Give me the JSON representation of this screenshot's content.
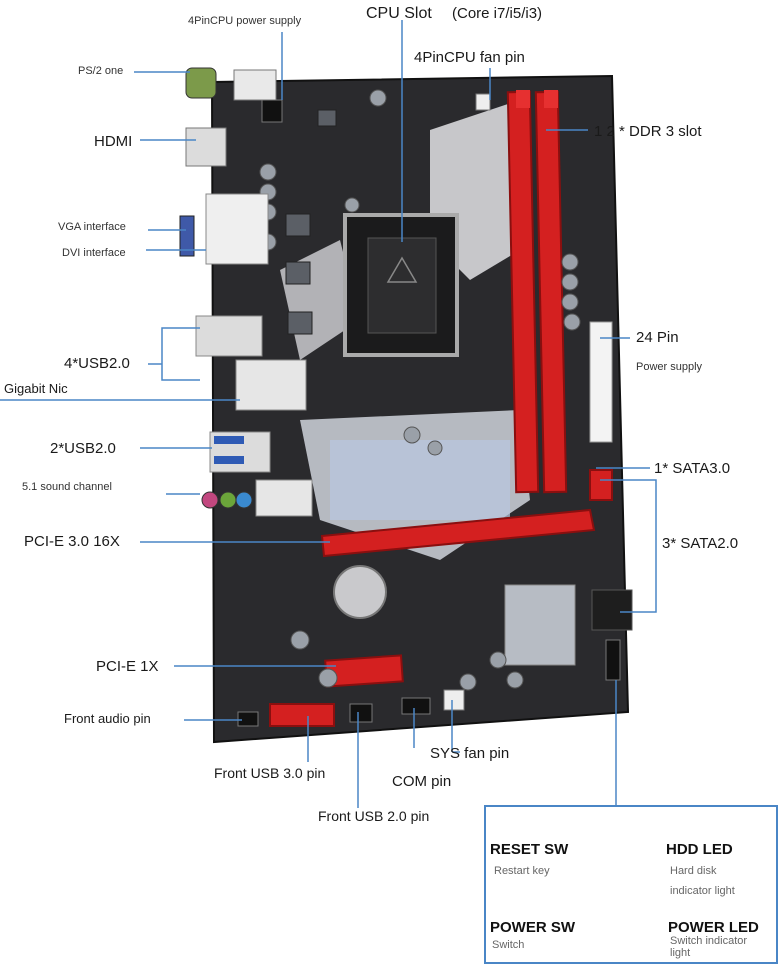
{
  "labels": {
    "pin4_cpu_power": "4PinCPU power supply",
    "cpu_slot": "CPU Slot",
    "cpu_slot_note": "(Core i7/i5/i3)",
    "ps2": "PS/2 one",
    "cpu_fan": "4PinCPU fan pin",
    "hdmi": "HDMI",
    "ddr3": "1 2 * DDR 3 slot",
    "vga": "VGA interface",
    "dvi": "DVI interface",
    "pin24": "24 Pin",
    "power_supply": "Power supply",
    "usb4": "4*USB2.0",
    "gigabit": "Gigabit Nic",
    "usb2": "2*USB2.0",
    "sata3": "1* SATA3.0",
    "sound": "5.1 sound channel",
    "pcie16": "PCI-E 3.0 16X",
    "sata2": "3* SATA2.0",
    "pcie1": "PCI-E 1X",
    "front_audio": "Front audio pin",
    "sys_fan": "SYS fan pin",
    "front_usb3": "Front USB 3.0 pin",
    "com": "COM pin",
    "front_usb2": "Front USB 2.0 pin"
  },
  "panel": {
    "reset": "RESET SW",
    "reset_sub": "Restart key",
    "hdd": "HDD  LED",
    "hdd_sub1": "Hard disk",
    "hdd_sub2": "indicator light",
    "power": "POWER SW",
    "power_sub": "Switch",
    "power_led": "POWER LED",
    "power_led_sub1": "Switch indicator",
    "power_led_sub2": "light"
  },
  "colors": {
    "line": "#4a86c6",
    "board": "#2a2a2d",
    "slot_red": "#d42020"
  }
}
